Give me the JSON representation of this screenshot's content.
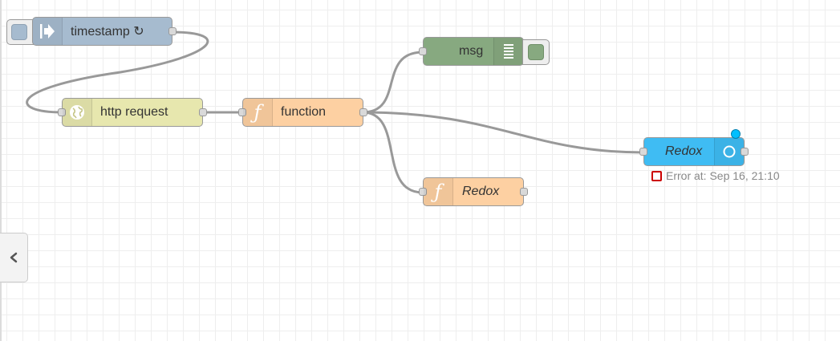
{
  "colors": {
    "inject": "#a6bbcf",
    "http_request": "#e7e7ae",
    "function": "#fdd0a2",
    "debug": "#87a980",
    "redox_node": "#3fbcf3",
    "wire": "#999999",
    "status_error": "#cc0000"
  },
  "nodes": {
    "timestamp": {
      "label": "timestamp ↻",
      "icon": "arrow-in-icon"
    },
    "http_request": {
      "label": "http request",
      "icon": "globe-icon"
    },
    "function": {
      "label": "function",
      "icon": "function-icon"
    },
    "msg": {
      "label": "msg",
      "icon": "list-icon"
    },
    "redox_function": {
      "label": "Redox",
      "icon": "function-icon"
    },
    "redox": {
      "label": "Redox",
      "icon": "circle-icon",
      "status": "Error at: Sep 16, 21:10"
    }
  }
}
